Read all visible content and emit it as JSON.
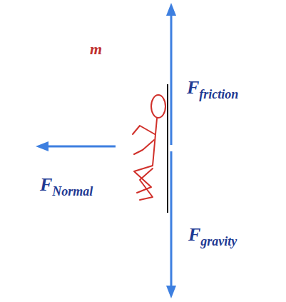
{
  "diagram": {
    "labels": [
      "m",
      "F",
      "friction",
      "F",
      "Normal",
      "F",
      "gravity"
    ]
  }
}
